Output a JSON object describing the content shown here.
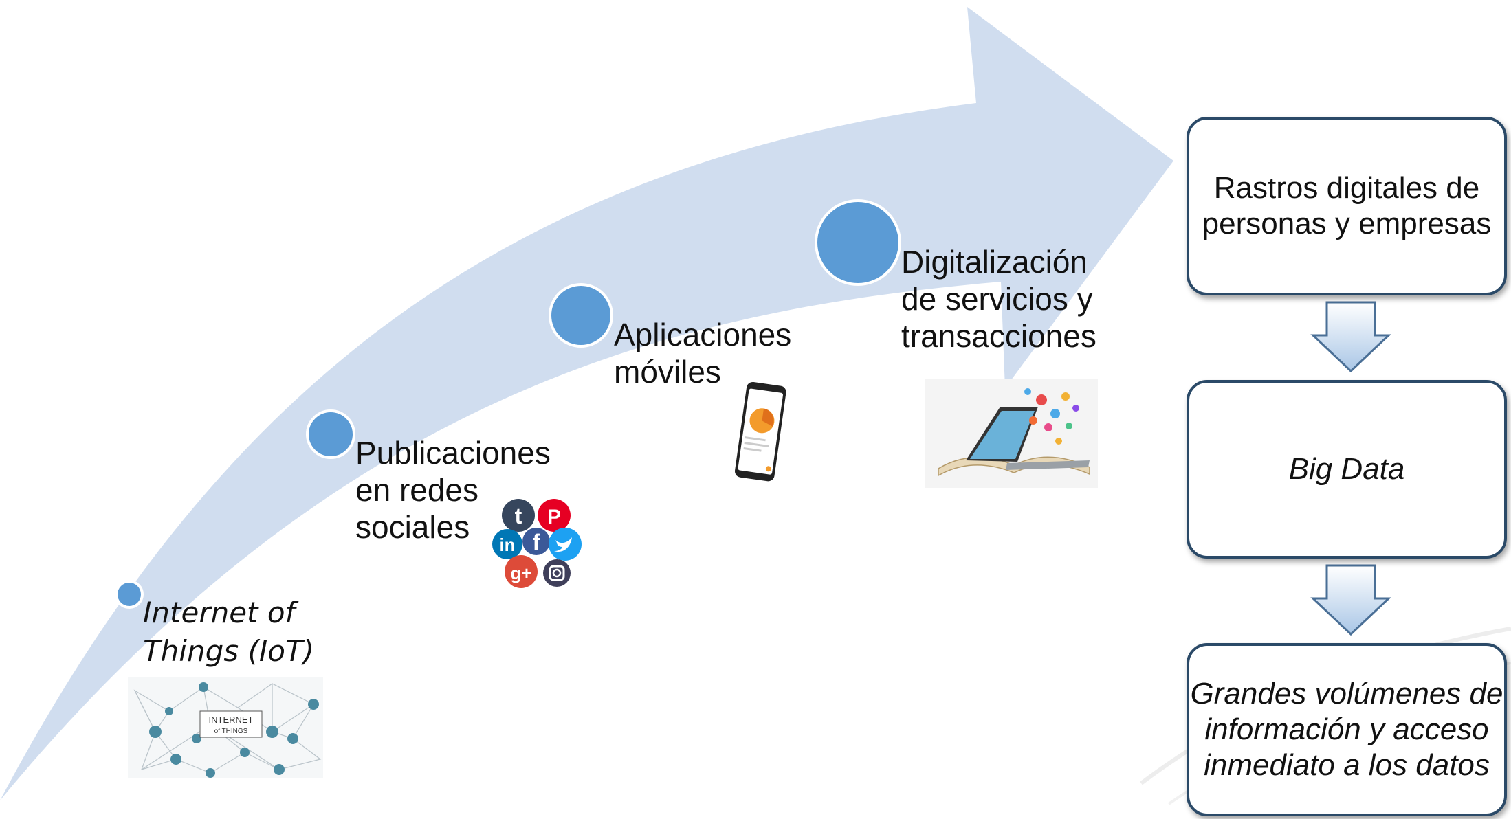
{
  "timeline": {
    "stages": [
      {
        "lines": [
          "Internet of",
          "Things (IoT)"
        ],
        "image": "iot-network-illustration",
        "image_text": [
          "INTERNET",
          "of THINGS"
        ]
      },
      {
        "lines": [
          "Publicaciones",
          "en redes",
          "sociales"
        ],
        "image": "social-media-logos",
        "image_text": [
          "t",
          "P",
          "in",
          "f",
          "g+"
        ]
      },
      {
        "lines": [
          "Aplicaciones",
          "móviles"
        ],
        "image": "smartphone-app"
      },
      {
        "lines": [
          "Digitalización",
          "de servicios y",
          "transacciones"
        ],
        "image": "laptop-book-icons"
      }
    ]
  },
  "flow": {
    "boxes": [
      {
        "lines": [
          "Rastros digitales de",
          "personas y empresas"
        ],
        "italic": false
      },
      {
        "lines": [
          "Big Data"
        ],
        "italic": true
      },
      {
        "lines": [
          "Grandes volúmenes de",
          "información y acceso",
          "inmediato a los datos"
        ],
        "italic": true
      }
    ]
  },
  "colors": {
    "arrow": "#d0ddef",
    "dot": "#5b9bd5",
    "box_border": "#2b4a68",
    "down_arrow": "#cfe0f1"
  }
}
